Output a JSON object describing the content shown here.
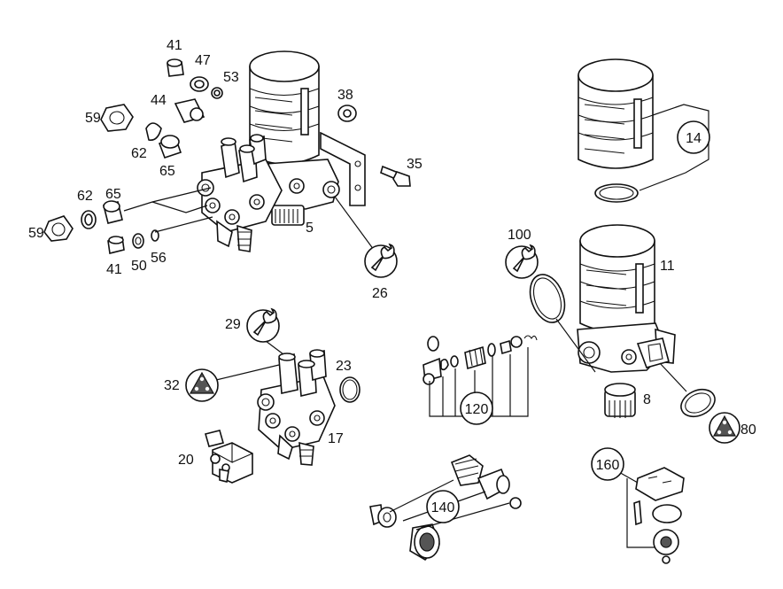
{
  "callouts": {
    "c41a": "41",
    "c47": "47",
    "c53": "53",
    "c44": "44",
    "c59a": "59",
    "c62a": "62",
    "c65a": "65",
    "c38": "38",
    "c35": "35",
    "c62b": "62",
    "c65b": "65",
    "c59b": "59",
    "c41b": "41",
    "c50": "50",
    "c56": "56",
    "c5": "5",
    "c26": "26",
    "c14": "14",
    "c100": "100",
    "c11": "11",
    "c29": "29",
    "c23": "23",
    "c32": "32",
    "c120": "120",
    "c8": "8",
    "c80": "80",
    "c17": "17",
    "c20": "20",
    "c160": "160",
    "c140": "140"
  },
  "icons": [
    "wrench-icon",
    "triangle-grease-icon"
  ]
}
